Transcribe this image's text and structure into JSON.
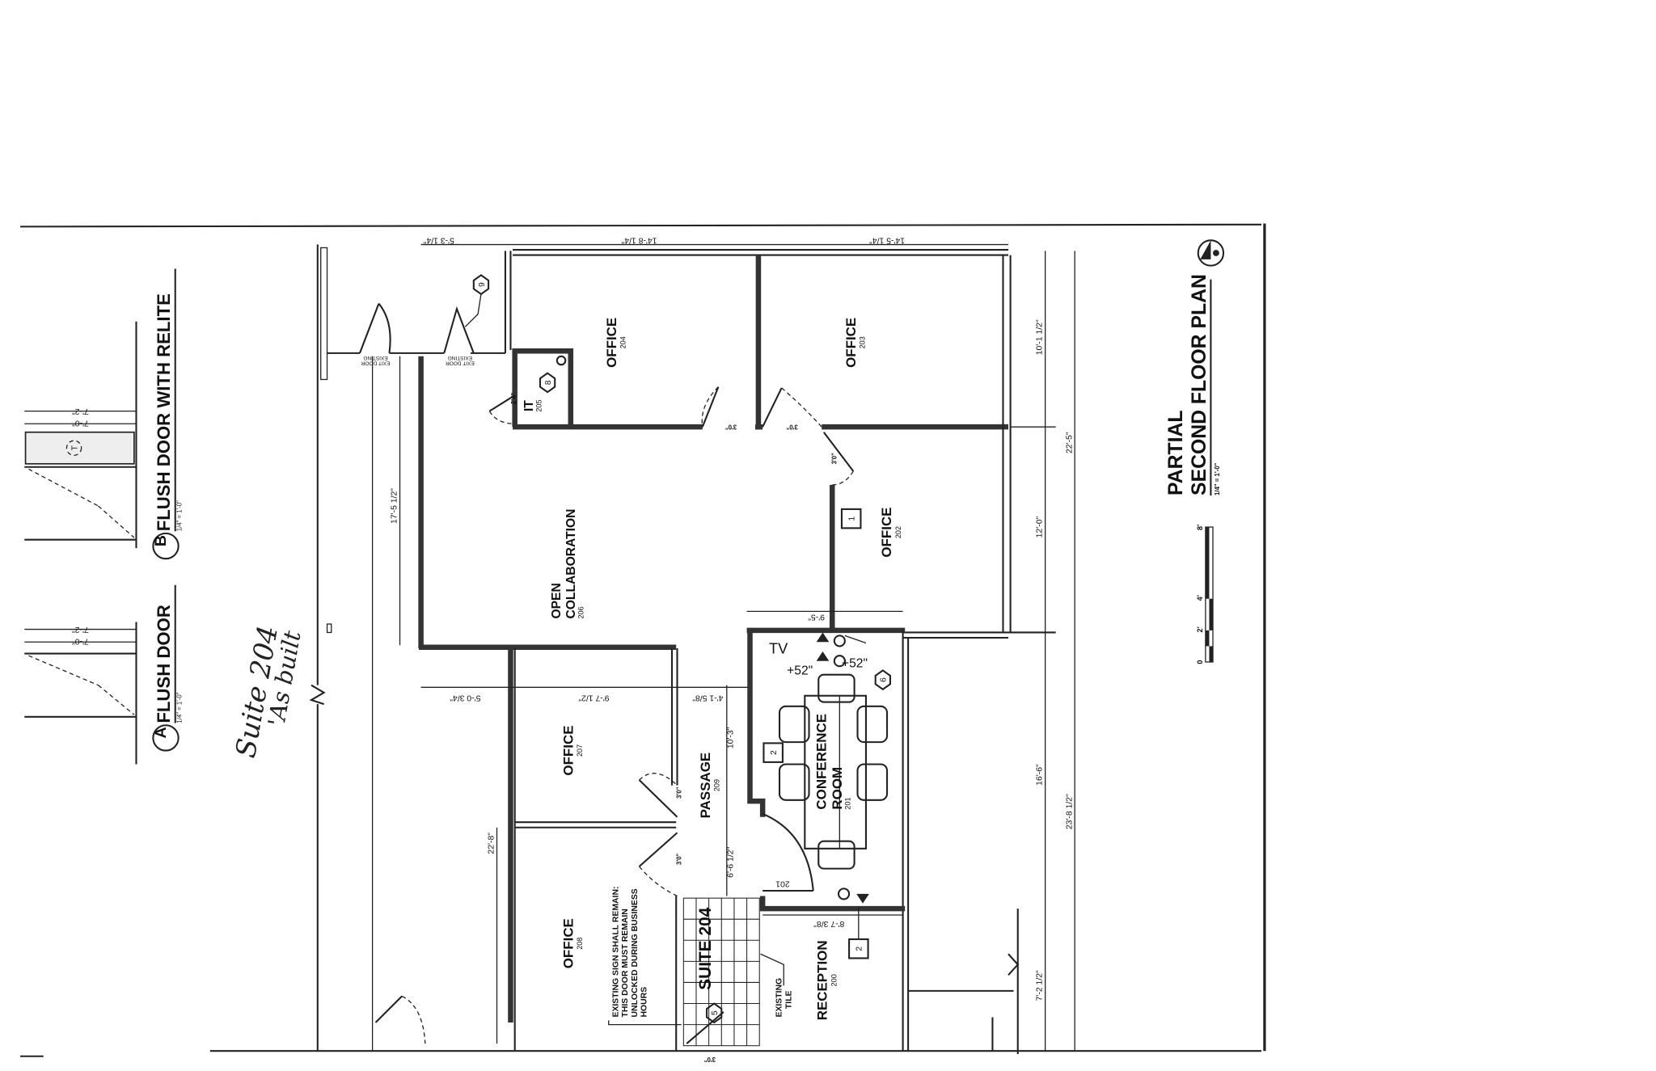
{
  "title": {
    "line1": "PARTIAL",
    "line2": "SECOND FLOOR PLAN",
    "scale": "1/4\" = 1'-0\""
  },
  "north_arrow_icon": "north-arrow-icon",
  "scale_bar": {
    "labels": [
      "0",
      "2'",
      "4'",
      "8'"
    ]
  },
  "legend": {
    "door_a": {
      "tag": "A",
      "title": "FLUSH DOOR",
      "scale": "1/4\" = 1'-0\"",
      "dims": [
        "7'-2\"",
        "7'-0\""
      ]
    },
    "door_b": {
      "tag": "B",
      "title": "FLUSH DOOR WITH RELITE",
      "scale": "1/4\" = 1'-0\"",
      "dims": [
        "7'-2\"",
        "7'-0\""
      ],
      "relite_tag": "T"
    }
  },
  "handwritten": {
    "line1": "Suite 204",
    "line2": "'As built"
  },
  "rooms": {
    "office_204": {
      "name": "OFFICE",
      "number": "204"
    },
    "office_203": {
      "name": "OFFICE",
      "number": "203"
    },
    "it_205": {
      "name": "IT",
      "number": "205"
    },
    "open_206": {
      "name1": "OPEN",
      "name2": "COLLABORATION",
      "number": "206"
    },
    "office_202": {
      "name": "OFFICE",
      "number": "202"
    },
    "conference_201": {
      "name1": "CONFERENCE",
      "name2": "ROOM",
      "number": "201"
    },
    "office_207": {
      "name": "OFFICE",
      "number": "207"
    },
    "office_208": {
      "name": "OFFICE",
      "number": "208"
    },
    "passage_209": {
      "name": "PASSAGE",
      "number": "209"
    },
    "suite": {
      "name": "SUITE 204"
    },
    "reception_200": {
      "name": "RECEPTION",
      "number": "200"
    }
  },
  "dimensions": {
    "top": [
      "5'-3 1/4\"",
      "14'-8 1/4\"",
      "14'-5 1/4\""
    ],
    "right_inner": [
      "10'-1 1/2\"",
      "12'-0\"",
      "16'-6\"",
      "7'-2 1/2\""
    ],
    "right_outer": [
      "22'-5\"",
      "23'-8 1/2\""
    ],
    "left": [
      "17'-5 1/2\"",
      "22'-8\""
    ],
    "middle": [
      "5'-0 3/4\"",
      "9'-7 1/2\"",
      "4'-1 5/8\""
    ],
    "passage": [
      "10'-3\"",
      "6'-6 1/2\""
    ],
    "conference_top": "9'-5\"",
    "reception_top": "8'-7 3/8\"",
    "it_door": "2'4\"",
    "door_widths": [
      "3'0\"",
      "3'0\"",
      "3'0\"",
      "3'0\"",
      "3'0\"",
      "3'0\""
    ]
  },
  "notes": {
    "existing_exit_door": [
      "EXISTING",
      "EXIT DOOR"
    ],
    "existing_tile": [
      "EXISTING",
      "TILE"
    ],
    "sign_note": [
      "EXISTING SIGN SHALL REMAIN:",
      "THIS DOOR MUST REMAIN",
      "UNLOCKED DURING BUSINESS",
      "HOURS"
    ],
    "tv": "TV",
    "outlet_height": "+52\"",
    "door_tag_201": "201"
  },
  "tags": {
    "hex": [
      "9",
      "8",
      "6",
      "5"
    ],
    "box": [
      "1",
      "2",
      "2"
    ]
  }
}
